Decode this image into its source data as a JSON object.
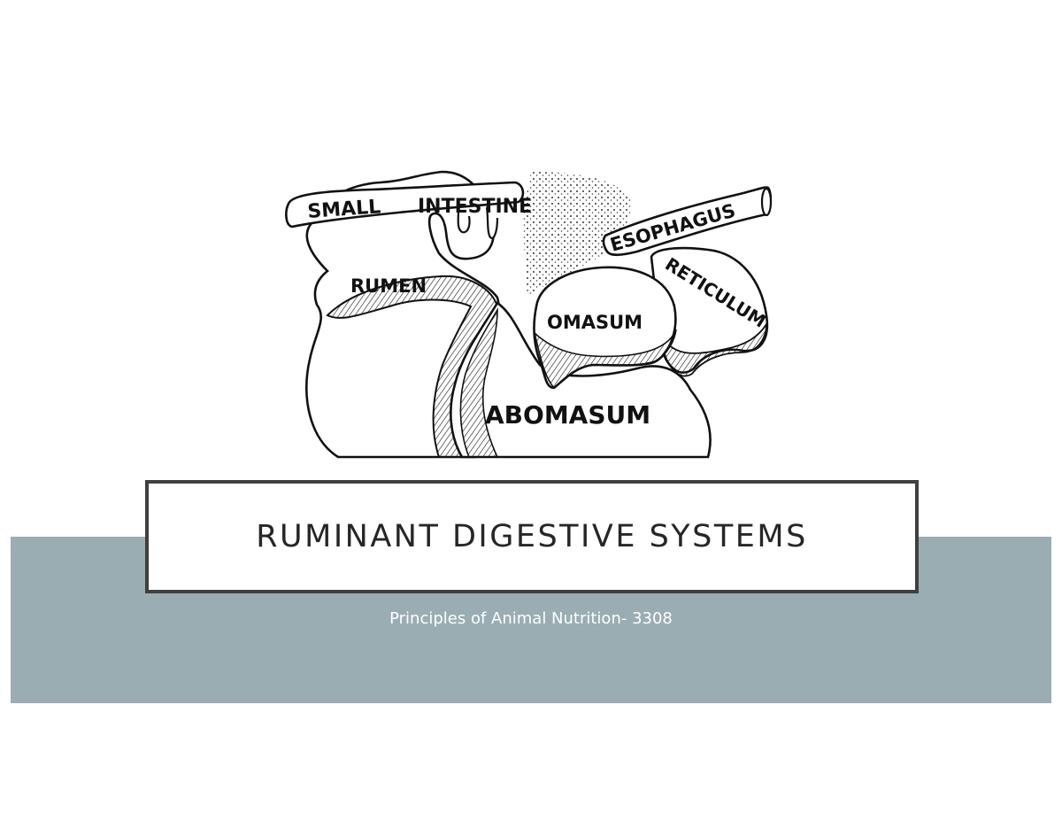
{
  "slide": {
    "title": "RUMINANT DIGESTIVE SYSTEMS",
    "subtitle": "Principles of Animal Nutrition- 3308",
    "band_color": "#9aadb3",
    "border_color": "#404040"
  },
  "diagram": {
    "labels": {
      "small": "SMALL",
      "intestine": "INTESTINE",
      "esophagus": "ESOPHAGUS",
      "rumen": "RUMEN",
      "reticulum": "RETICULUM",
      "omasum": "OMASUM",
      "abomasum": "ABOMASUM"
    }
  }
}
